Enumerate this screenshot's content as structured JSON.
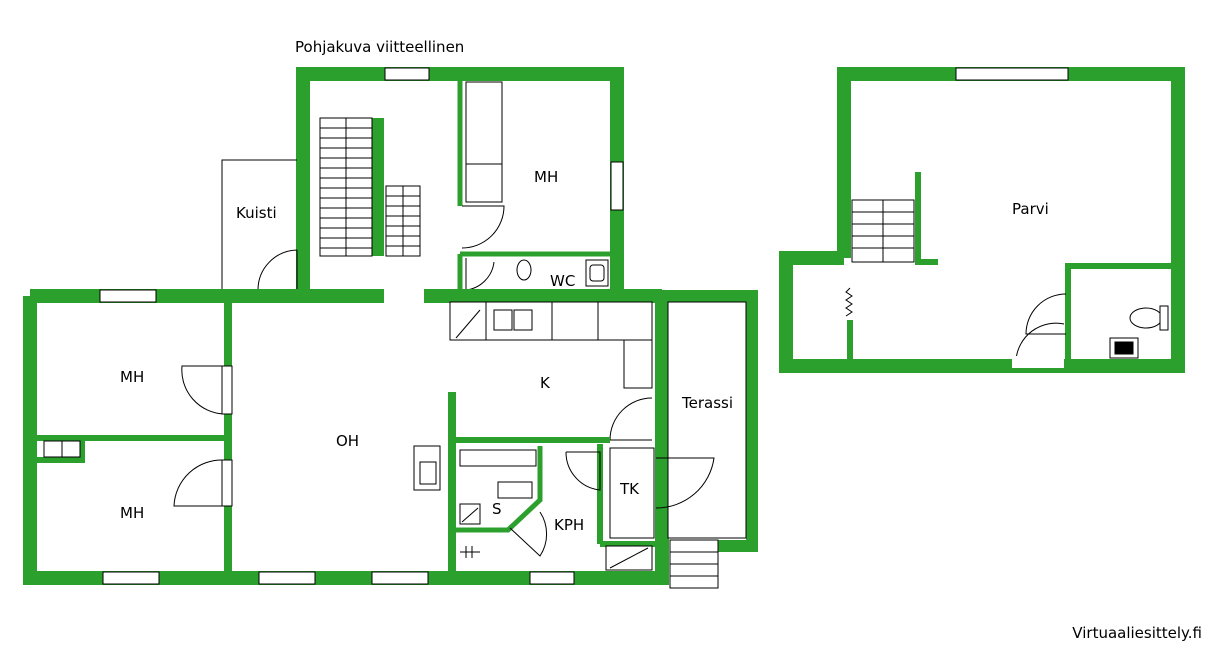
{
  "title": "Pohjakuva viitteellinen",
  "credit": "Virtuaaliesittely.fi",
  "wall_color": "#2ca02c",
  "rooms": {
    "kuisti": "Kuisti",
    "mh_upper": "MH",
    "wc": "WC",
    "mh_left_upper": "MH",
    "mh_left_lower": "MH",
    "oh": "OH",
    "k": "K",
    "terassi": "Terassi",
    "tk": "TK",
    "s": "S",
    "kph": "KPH",
    "parvi": "Parvi"
  }
}
